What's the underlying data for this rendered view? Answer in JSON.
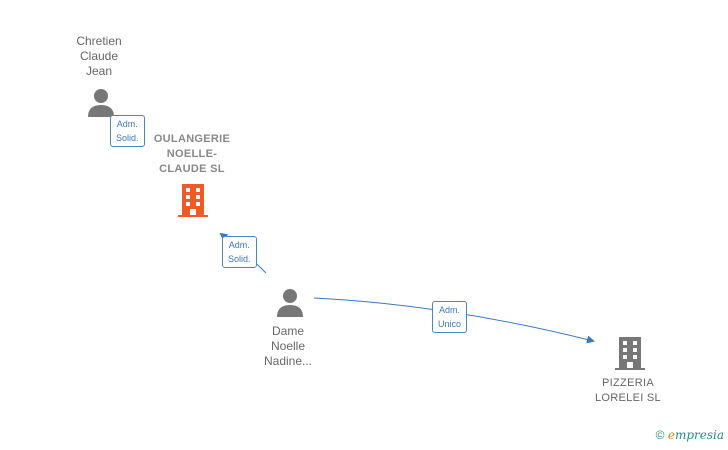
{
  "nodes": {
    "chretien": {
      "line1": "Chretien",
      "line2": "Claude",
      "line3": "Jean"
    },
    "boulangerie": {
      "line1": "OULANGERIE",
      "line2": "NOELLE-",
      "line3": "CLAUDE  SL"
    },
    "dame": {
      "line1": "Dame",
      "line2": "Noelle",
      "line3": "Nadine..."
    },
    "pizzeria": {
      "line1": "PIZZERIA",
      "line2": "LORELEI  SL"
    }
  },
  "edges": {
    "e1": {
      "line1": "Adm.",
      "line2": "Solid."
    },
    "e2": {
      "line1": "Adm.",
      "line2": "Solid."
    },
    "e3": {
      "line1": "Adm.",
      "line2": "Unico"
    }
  },
  "footer": {
    "copyright_symbol": "©",
    "brand_e": "e",
    "brand_rest": "mpresia"
  },
  "colors": {
    "person": "#777777",
    "company_active": "#f05a28",
    "company_inactive": "#777777",
    "edge": "#3a78c0"
  }
}
